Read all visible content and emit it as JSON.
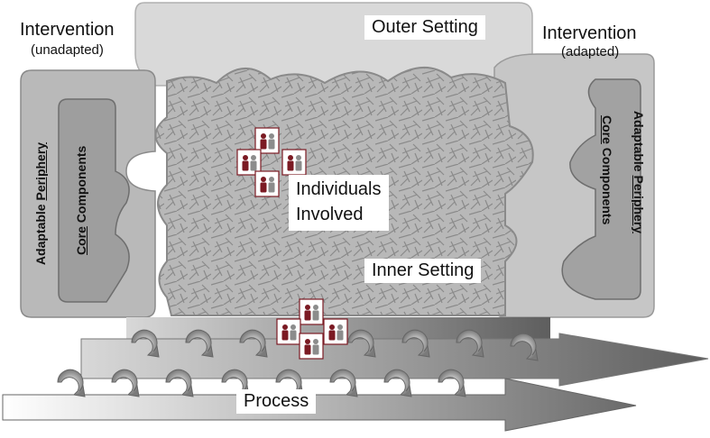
{
  "labels": {
    "intervention_left": "Intervention",
    "intervention_left_sub": "(unadapted)",
    "intervention_right": "Intervention",
    "intervention_right_sub": "(adapted)",
    "outer_setting": "Outer Setting",
    "inner_setting": "Inner Setting",
    "individuals_line1": "Individuals",
    "individuals_line2": "Involved",
    "process": "Process",
    "adaptable": "Adaptable",
    "periphery": "Periphery",
    "core": "Core",
    "components": "Components"
  },
  "colors": {
    "outer_fill": "#d9d9d9",
    "inner_fill": "#b5b5b5",
    "hatch": "#8a8a8a",
    "intervention_fill": "#bdbdbd",
    "core_fill": "#9a9a9a",
    "arrow_fill": "#a8a8a8",
    "people_red": "#7b1a23",
    "people_gray": "#8c8c8c"
  }
}
